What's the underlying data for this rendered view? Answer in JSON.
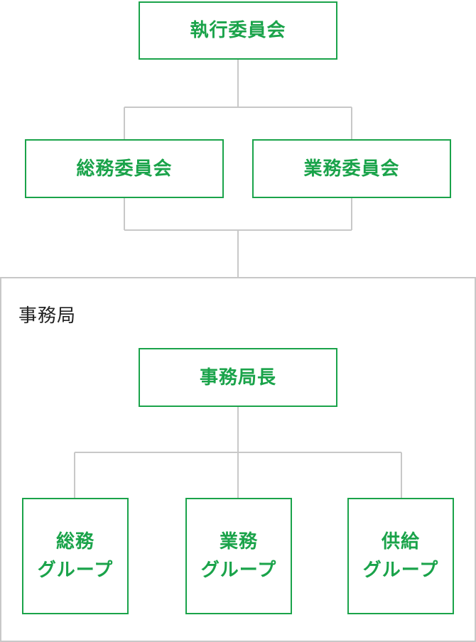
{
  "colors": {
    "accent": "#1aa34a",
    "line": "#c8c8c8",
    "text": "#222222"
  },
  "nodes": {
    "executive_committee": "執行委員会",
    "general_affairs_committee": "総務委員会",
    "operations_committee": "業務委員会",
    "secretariat_head": "事務局長",
    "general_affairs_group": {
      "line1": "総務",
      "line2": "グループ"
    },
    "operations_group": {
      "line1": "業務",
      "line2": "グループ"
    },
    "supply_group": {
      "line1": "供給",
      "line2": "グループ"
    }
  },
  "secretariat": {
    "label": "事務局"
  }
}
